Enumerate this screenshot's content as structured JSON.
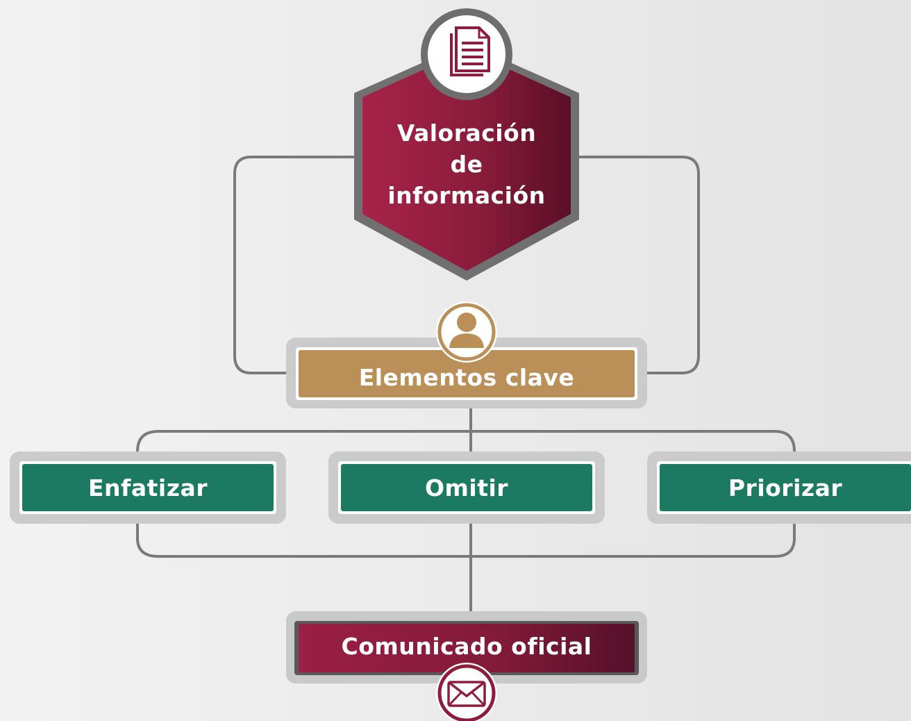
{
  "diagram": {
    "title": {
      "line1": "Valoración",
      "line2": "de",
      "line3": "información",
      "icon": "document-icon"
    },
    "key_elements": {
      "label": "Elementos clave",
      "icon": "user-icon"
    },
    "actions": [
      {
        "label": "Enfatizar"
      },
      {
        "label": "Omitir"
      },
      {
        "label": "Priorizar"
      }
    ],
    "output": {
      "label": "Comunicado oficial",
      "icon": "envelope-icon"
    }
  },
  "colors": {
    "crimson": "#8e1d3d",
    "crimson_dark": "#5e1028",
    "gold": "#bb8f58",
    "green": "#1b7a61",
    "frame_gray": "#c9c9c9",
    "line_gray": "#7a7a7a"
  }
}
